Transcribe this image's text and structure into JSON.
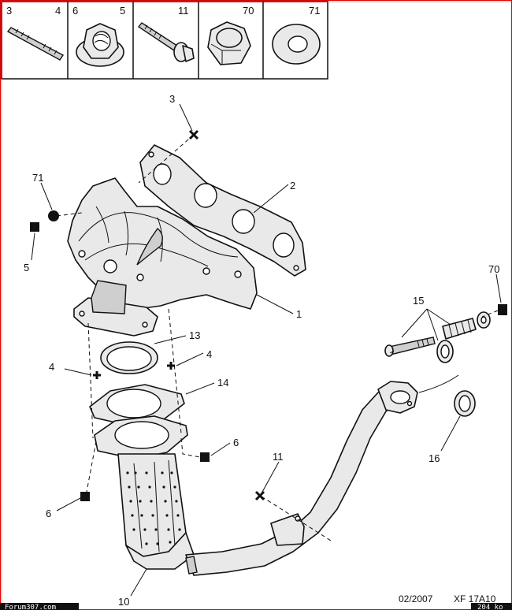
{
  "parts_legend": [
    {
      "refs": [
        "3",
        "4"
      ],
      "icon": "stud-icon"
    },
    {
      "refs": [
        "6",
        "5"
      ],
      "icon": "flange-nut-icon"
    },
    {
      "refs": [
        "11"
      ],
      "icon": "flange-bolt-icon"
    },
    {
      "refs": [
        "70"
      ],
      "icon": "cap-nut-icon"
    },
    {
      "refs": [
        "71"
      ],
      "icon": "washer-icon"
    }
  ],
  "callouts": {
    "gasket": "2",
    "manifold": "1",
    "stud_top": "3",
    "washer": "71",
    "nut_left": "5",
    "seal_ring": "13",
    "stud_right": "4",
    "stud_left": "4",
    "flange_gasket": "14",
    "nut_right": "6",
    "nut_lower": "6",
    "catalyst": "10",
    "bolt": "11",
    "spring_kit": "15",
    "cap_nut": "70",
    "ring": "16"
  },
  "footer": {
    "date": "02/2007",
    "reference": "XF 17A10",
    "credit": "Forum307.com",
    "size": "204 ko"
  },
  "colors": {
    "border": "#e00000",
    "ink": "#111111",
    "part_fill": "#e9e9e9"
  }
}
